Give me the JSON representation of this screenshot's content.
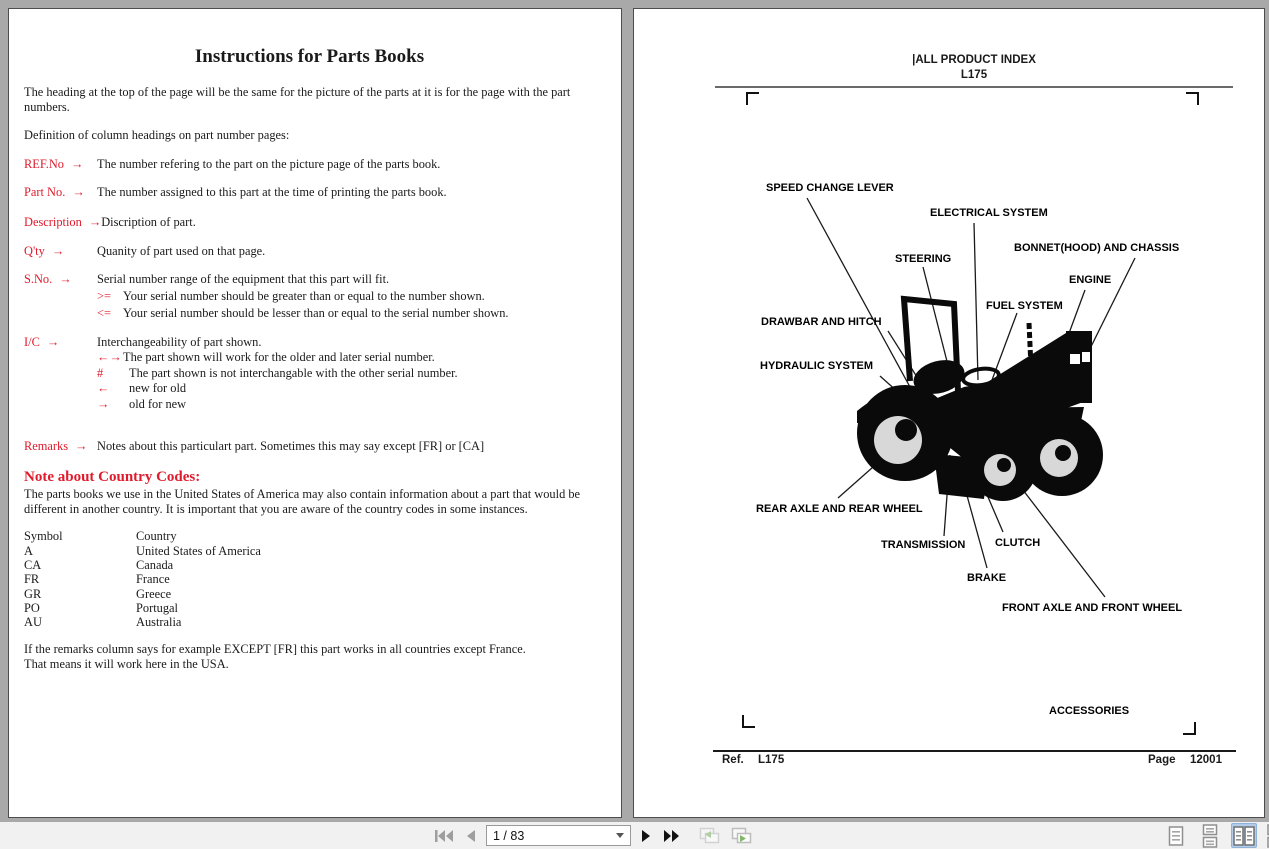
{
  "colors": {
    "canvas_bg": "#a9a9a9",
    "page_bg": "#ffffff",
    "page_border": "#4d4d4d",
    "toolbar_bg": "#f1f1f1",
    "red_accent": "#e01b2c",
    "ink": "#1a1a1a",
    "disabled_gray": "#9e9e9e",
    "selected_layout_bg": "#b3cce9",
    "green_arrow": "#6fae4e"
  },
  "left_page": {
    "title": "Instructions for Parts Books",
    "intro": "The heading at the top of the page will be the same for the picture of the parts at it is for the page with the part numbers.",
    "definition_heading": "Definition of column headings on part number pages:",
    "arrow": "→",
    "rows": [
      {
        "term": "REF.No",
        "desc": "The number refering to the part on the picture page of the parts book."
      },
      {
        "term": "Part No.",
        "desc": "The number assigned to this part at the time of printing the parts book."
      },
      {
        "term": "Description",
        "desc": "Discription of part."
      },
      {
        "term": "Q'ty",
        "desc": "Quanity of part used on that page."
      },
      {
        "term": "S.No.",
        "desc": "Serial number range of the equipment that this part will fit.",
        "subs": [
          {
            "sym": ">=",
            "text": "Your serial number should be greater than or equal to the number shown."
          },
          {
            "sym": "<=",
            "text": "Your serial number should be lesser than or equal to the serial number shown."
          }
        ]
      },
      {
        "term": "I/C",
        "desc": "Interchangeability of part shown.",
        "subs": [
          {
            "sym": "←→",
            "text": "The part shown will work for the older and later serial number."
          },
          {
            "sym": "#",
            "text": "The part shown is not interchangable with the other serial number."
          },
          {
            "sym": "←",
            "text": "new for old"
          },
          {
            "sym": "→",
            "text": "old for new"
          }
        ]
      },
      {
        "term": "Remarks",
        "desc": "Notes about this particulart part. Sometimes this may say except [FR] or [CA]"
      }
    ],
    "country_heading": "Note about Country Codes:",
    "country_para": "The parts books we use in the United States of America may also contain information about a part that would be different in another country. It is important that you are aware of the country codes in some instances.",
    "country_table": {
      "headers": [
        "Symbol",
        "Country"
      ],
      "rows": [
        [
          "A",
          "United States of America"
        ],
        [
          "CA",
          "Canada"
        ],
        [
          "FR",
          "France"
        ],
        [
          "GR",
          "Greece"
        ],
        [
          "PO",
          "Portugal"
        ],
        [
          "AU",
          "Australia"
        ]
      ]
    },
    "footer_line1": "If the remarks column says for example EXCEPT [FR] this part works in all countries except France.",
    "footer_line2": "That means it will work here in the USA."
  },
  "right_page": {
    "header_line1": "|ALL PRODUCT INDEX",
    "header_line2": "L175",
    "labels": [
      "SPEED CHANGE LEVER",
      "ELECTRICAL SYSTEM",
      "STEERING",
      "BONNET(HOOD) AND CHASSIS",
      "ENGINE",
      "FUEL SYSTEM",
      "DRAWBAR AND HITCH",
      "HYDRAULIC SYSTEM",
      "REAR AXLE AND REAR WHEEL",
      "TRANSMISSION",
      "CLUTCH",
      "BRAKE",
      "FRONT AXLE AND FRONT WHEEL",
      "ACCESSORIES"
    ],
    "footer": {
      "ref_label": "Ref.",
      "ref_value": "L175",
      "page_label": "Page",
      "page_value": "12001"
    }
  },
  "toolbar": {
    "page_indicator": "1 / 83",
    "icons": {
      "first_page": "double-left-triangle",
      "previous_page": "left-triangle",
      "next_page": "right-triangle",
      "last_page": "double-right-triangle",
      "previous_view": "page-with-left-arrow",
      "next_view": "page-with-right-arrow",
      "single_page_view": "one-page",
      "continuous_view": "stacked-pages",
      "two_page_view": "facing-pages",
      "two_page_continuous_view": "facing-pages-stacked"
    },
    "selected_view": "two_page_view"
  }
}
